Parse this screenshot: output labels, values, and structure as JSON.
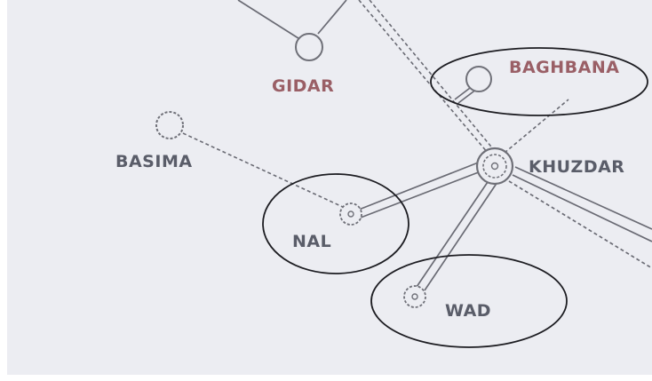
{
  "map": {
    "colors": {
      "background": "#ecedf2",
      "frame_edge": "#ffffff",
      "road": "#6a6b74",
      "node": "#6f7078",
      "label_dark": "#5a5d69",
      "label_red": "#9a5f66",
      "annotation": "#1d1d22"
    },
    "places": [
      {
        "id": "gidar",
        "label": "GIDAR",
        "symbol": "plain-circle-icon"
      },
      {
        "id": "baghbana",
        "label": "BAGHBANA",
        "symbol": "plain-circle-icon"
      },
      {
        "id": "basima",
        "label": "BASIMA",
        "symbol": "dotted-circle-icon"
      },
      {
        "id": "khuzdar",
        "label": "KHUZDAR",
        "symbol": "district-hq-icon"
      },
      {
        "id": "nal",
        "label": "NAL",
        "symbol": "tehsil-hq-icon"
      },
      {
        "id": "wad",
        "label": "WAD",
        "symbol": "tehsil-hq-icon"
      }
    ],
    "highlighted": [
      "baghbana",
      "nal",
      "wad"
    ]
  }
}
